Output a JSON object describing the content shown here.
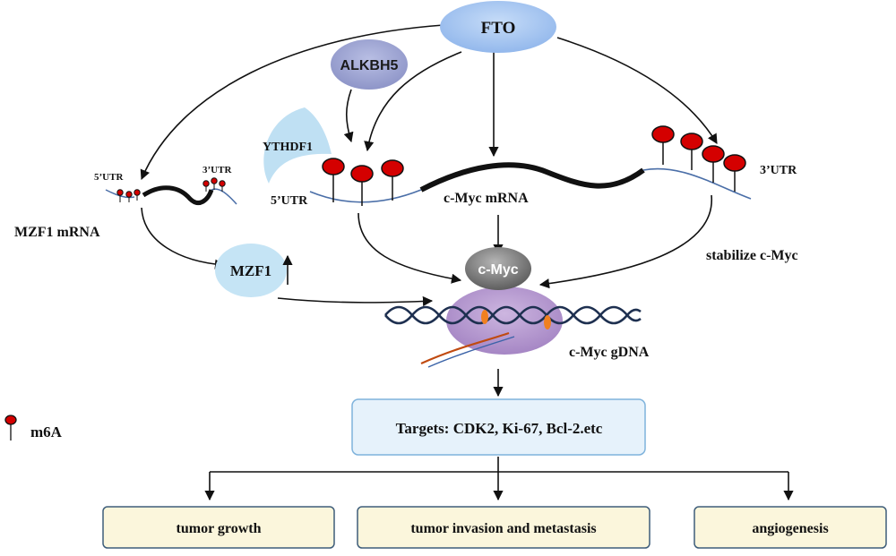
{
  "nodes": {
    "fto": "FTO",
    "alkbh5": "ALKBH5",
    "ythdf1": "YTHDF1",
    "mzf1_protein": "MZF1",
    "cmyc_protein": "c-Myc",
    "targets": "Targets: CDK2, Ki-67, Bcl-2.etc"
  },
  "labels": {
    "mzf1_mrna": "MZF1 mRNA",
    "mzf1_5utr": "5’UTR",
    "mzf1_3utr": "3’UTR",
    "cmyc_5utr": "5’UTR",
    "cmyc_3utr": "3’UTR",
    "cmyc_mrna": "c-Myc mRNA",
    "stabilize": "stabilize c-Myc",
    "cmyc_gdna": "c-Myc gDNA",
    "up_arrow": "↑"
  },
  "legend": {
    "m6a": "m6A"
  },
  "outcomes": [
    "tumor growth",
    "tumor invasion and metastasis",
    "angiogenesis"
  ],
  "colors": {
    "fto_fill": "#a9c8f2",
    "alkbh5_fill": "#a6acd8",
    "ythdf1_fill": "#bfe0f3",
    "mzf1_fill": "#c5e4f5",
    "cmyc_fill": "#8a8a8a",
    "complex_fill": "#b89bd0",
    "box_fill": "#e6f2fb",
    "box_border": "#7fb3dc",
    "outcome_fill": "#fbf6dc",
    "outcome_border": "#3e5d7a",
    "m6a_red": "#d40000",
    "rna_blue": "#4b6fa8",
    "dna_dark": "#1e3050"
  }
}
